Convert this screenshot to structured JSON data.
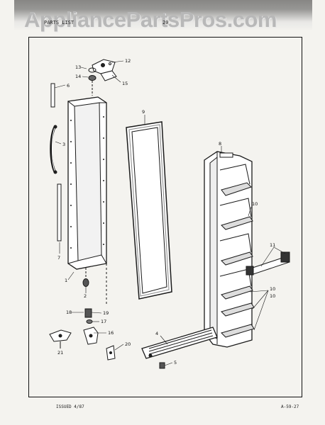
{
  "watermark": "AppliancePartsPros.com",
  "header": {
    "left": "PARTS LIST",
    "mid": "20"
  },
  "footer": {
    "issued": "ISSUED 4/87",
    "code": "A-59-27"
  },
  "callouts": [
    "1",
    "2",
    "3",
    "4",
    "5",
    "6",
    "7",
    "8",
    "9",
    "10",
    "10",
    "10",
    "11",
    "12",
    "13",
    "14",
    "15",
    "16",
    "17",
    "18",
    "19",
    "20",
    "21"
  ]
}
